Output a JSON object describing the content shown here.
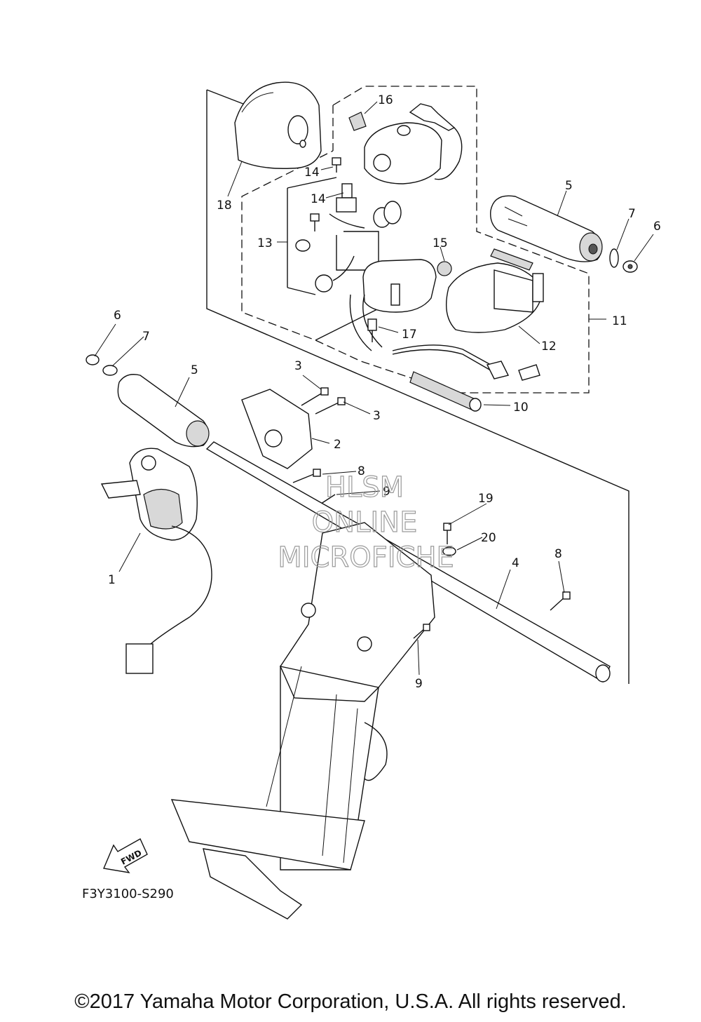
{
  "figure_code": "F3Y3100-S290",
  "fwd_label": "FWD",
  "watermark": [
    "HLSM",
    "ONLINE",
    "MICROFICHE"
  ],
  "copyright": "©2017 Yamaha Motor Corporation, U.S.A. All rights reserved.",
  "callouts": [
    "1",
    "2",
    "3",
    "3",
    "4",
    "5",
    "5",
    "6",
    "6",
    "7",
    "7",
    "8",
    "8",
    "9",
    "9",
    "10",
    "11",
    "12",
    "13",
    "14",
    "14",
    "15",
    "16",
    "17",
    "18",
    "19",
    "20"
  ]
}
